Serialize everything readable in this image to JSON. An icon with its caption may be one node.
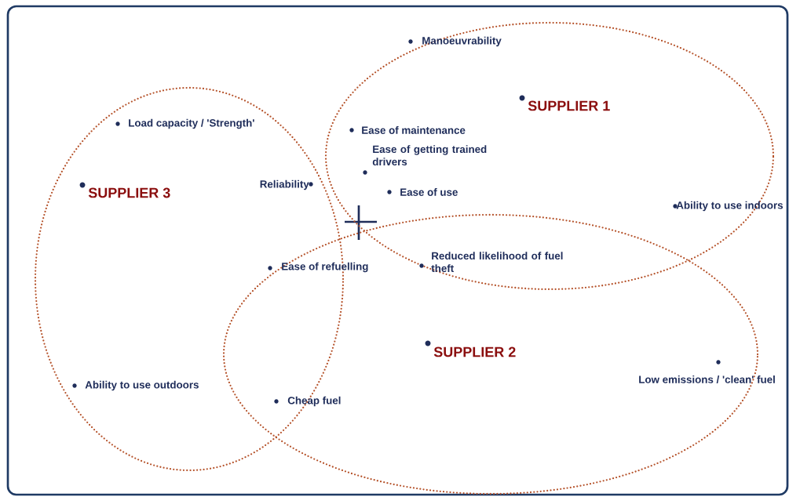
{
  "diagram": {
    "nodes": [
      {
        "text": [
          "SUPPLIER 1"
        ]
      },
      {
        "text": [
          "SUPPLIER 2"
        ]
      },
      {
        "text": [
          "SUPPLIER 3"
        ]
      }
    ],
    "labels": [
      "Manoeuvrability",
      "Load capacity / 'Strength'",
      "Ease of maintenance",
      "Ease of getting trained drivers",
      "Reliability",
      "Ease of use",
      "Ability to use indoors",
      "Ease of refuelling",
      "Reduced likelihood of fuel theft",
      "Ability to use outdoors",
      "Cheap fuel",
      "Low emissions / 'clean' fuel"
    ]
  }
}
